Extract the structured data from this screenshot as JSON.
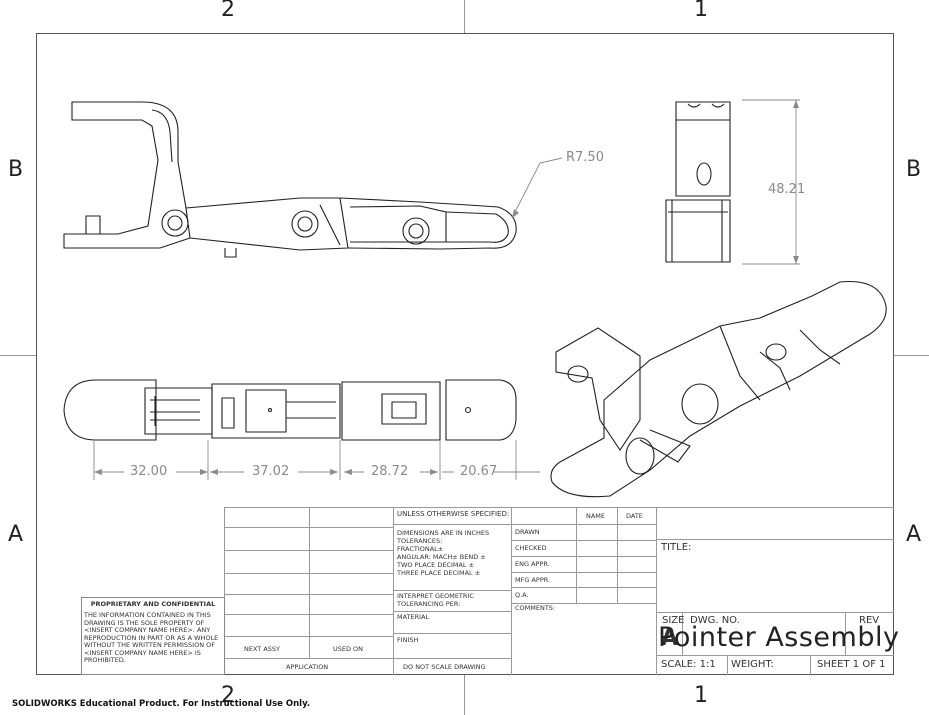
{
  "zones": {
    "top_left": "2",
    "top_right": "1",
    "left_b": "B",
    "right_b": "B",
    "left_a": "A",
    "right_a": "A",
    "bottom_left": "2",
    "bottom_right": "1"
  },
  "dimensions": {
    "radius": "R7.50",
    "height": "48.21",
    "d1": "32.00",
    "d2": "37.02",
    "d3": "28.72",
    "d4": "20.67"
  },
  "title_block": {
    "proprietary_title": "PROPRIETARY AND CONFIDENTIAL",
    "proprietary_text": "THE INFORMATION CONTAINED IN THIS DRAWING IS THE SOLE PROPERTY OF <INSERT COMPANY NAME HERE>.  ANY REPRODUCTION IN PART OR AS A WHOLE WITHOUT THE WRITTEN PERMISSION OF <INSERT COMPANY NAME HERE> IS PROHIBITED.",
    "next_assy": "NEXT ASSY",
    "used_on": "USED ON",
    "application": "APPLICATION",
    "unless": "UNLESS OTHERWISE SPECIFIED:",
    "dims_inches": "DIMENSIONS ARE IN INCHES",
    "tolerances": "TOLERANCES:",
    "fractional": "FRACTIONAL±",
    "angular": "ANGULAR: MACH±    BEND ±",
    "two_place": "TWO PLACE DECIMAL    ±",
    "three_place": "THREE PLACE DECIMAL  ±",
    "interpret": "INTERPRET GEOMETRIC TOLERANCING PER:",
    "material": "MATERIAL",
    "finish": "FINISH",
    "do_not_scale": "DO NOT SCALE DRAWING",
    "name": "NAME",
    "date": "DATE",
    "drawn": "DRAWN",
    "checked": "CHECKED",
    "eng_appr": "ENG APPR.",
    "mfg_appr": "MFG APPR.",
    "qa": "Q.A.",
    "comments": "COMMENTS:",
    "title_label": "TITLE:",
    "size_label": "SIZE",
    "size_value": "A",
    "dwg_no": "DWG.  NO.",
    "rev": "REV",
    "part_name": "Pointer Assembly",
    "scale": "SCALE: 1:1",
    "weight": "WEIGHT:",
    "sheet": "SHEET 1 OF 1"
  },
  "footer": "SOLIDWORKS Educational Product. For Instructional Use Only."
}
